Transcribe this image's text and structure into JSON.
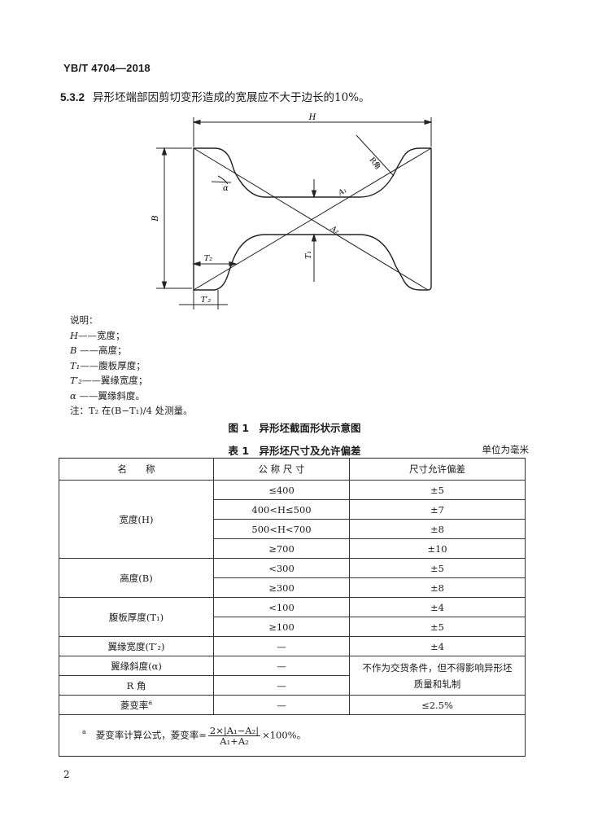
{
  "header": {
    "doc_code": "YB/T 4704—2018"
  },
  "clause": {
    "number": "5.3.2",
    "text": "异形坯端部因剪切变形造成的宽展应不大于边长的10%。"
  },
  "figure": {
    "labels": {
      "H": "H",
      "B": "B",
      "R": "R角",
      "alpha": "α",
      "A1": "A₁",
      "A2": "A₂",
      "T1": "T₁",
      "T2": "T₂",
      "T2p": "T′₂"
    },
    "caption": "图 1　异形坯截面形状示意图"
  },
  "legend": {
    "title": "说明：",
    "items": [
      {
        "sym": "H",
        "text": "——宽度；"
      },
      {
        "sym": "B",
        "text": " ——高度；"
      },
      {
        "sym": "T₁",
        "text": "——腹板厚度；"
      },
      {
        "sym": "T′₂",
        "text": "——翼缘宽度；"
      },
      {
        "sym": "α",
        "text": " ——翼缘斜度。"
      }
    ],
    "note": "注：T₂ 在(B−T₁)/4 处测量。"
  },
  "table": {
    "caption": "表 1　异形坯尺寸及允许偏差",
    "unit": "单位为毫米",
    "headers": [
      "名　　称",
      "公 称 尺 寸",
      "尺寸允许偏差"
    ],
    "rows": {
      "h1": [
        "宽度(H)",
        "≤400",
        "±5"
      ],
      "h2": [
        "400<H≤500",
        "±7"
      ],
      "h3": [
        "500<H<700",
        "±8"
      ],
      "h4": [
        "≥700",
        "±10"
      ],
      "b1": [
        "高度(B)",
        "<300",
        "±5"
      ],
      "b2": [
        "≥300",
        "±8"
      ],
      "t1": [
        "腹板厚度(T₁)",
        "<100",
        "±4"
      ],
      "t2": [
        "≥100",
        "±5"
      ],
      "f1": [
        "翼缘宽度(T′₂)",
        "—",
        "±4"
      ],
      "s1": [
        "翼缘斜度(α)",
        "—",
        "不作为交货条件，但不得影响异形坯质量和轧制"
      ],
      "r1": [
        "R 角",
        "—"
      ],
      "d1": [
        "菱变率",
        "a",
        "—",
        "≤2.5%"
      ]
    },
    "footnote": {
      "mark": "a",
      "prefix": "菱变率计算公式，菱变率=",
      "numerator": "2×|A₁−A₂|",
      "denominator": "A₁+A₂",
      "suffix": "×100%。"
    }
  },
  "page_number": "2"
}
